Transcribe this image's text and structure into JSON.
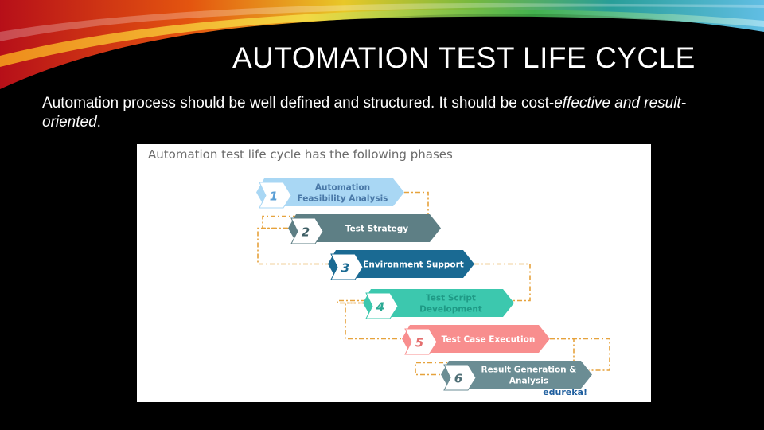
{
  "slide": {
    "title": "AUTOMATION TEST LIFE CYCLE",
    "body_normal": "Automation process should be well defined and structured. It should be cost-",
    "body_italic": "effective and result-oriented",
    "body_end": "."
  },
  "diagram": {
    "heading": "Automation test life cycle has the following phases",
    "brand": "edureka!",
    "steps": [
      {
        "number": "1",
        "lines": [
          "Automation",
          "Feasibility Analysis"
        ],
        "fill": "#a9d7f4",
        "text_color": "#4a79a8",
        "num_color": "#5b9fd6"
      },
      {
        "number": "2",
        "lines": [
          "Test Strategy"
        ],
        "fill": "#5e7f85",
        "text_color": "#ffffff",
        "num_color": "#3f5f66"
      },
      {
        "number": "3",
        "lines": [
          "Environment Support"
        ],
        "fill": "#1a6a93",
        "text_color": "#ffffff",
        "num_color": "#1a6a93"
      },
      {
        "number": "4",
        "lines": [
          "Test Script",
          "Development"
        ],
        "fill": "#3cc8ae",
        "text_color": "#1f9a86",
        "num_color": "#2aa993"
      },
      {
        "number": "5",
        "lines": [
          "Test Case Execution"
        ],
        "fill": "#f88e8e",
        "text_color": "#ffffff",
        "num_color": "#e46f6f"
      },
      {
        "number": "6",
        "lines": [
          "Result Generation &",
          "Analysis"
        ],
        "fill": "#6b8d94",
        "text_color": "#ffffff",
        "num_color": "#4f6f76"
      }
    ]
  }
}
